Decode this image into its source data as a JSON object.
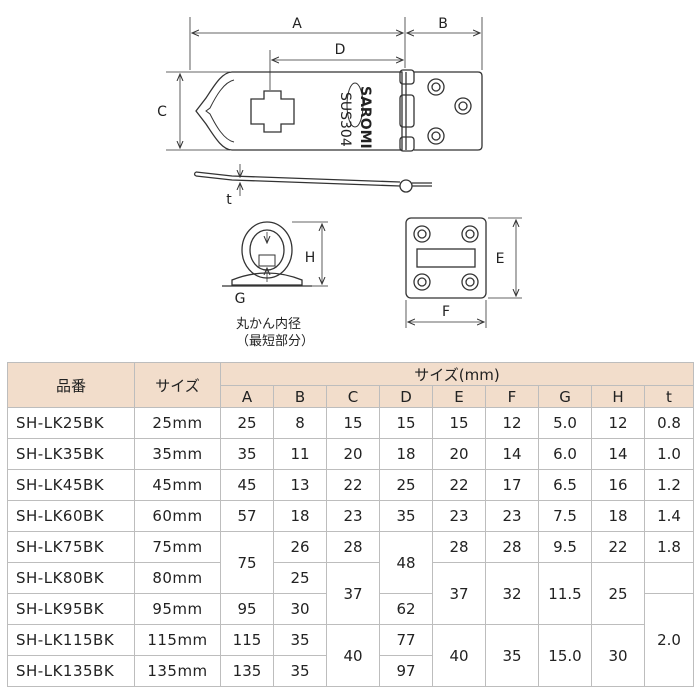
{
  "drawing": {
    "dimension_labels": {
      "a": "A",
      "b": "B",
      "c": "C",
      "d": "D",
      "e": "E",
      "f": "F",
      "g": "G",
      "h": "H",
      "t": "t"
    },
    "stamp_text": "SUS304",
    "logo_text": "SAROMI",
    "ring_note": {
      "line1": "丸かん内径",
      "line2": "（最短部分）"
    },
    "colors": {
      "line": "#333333",
      "table_header": "#f2ddcb",
      "table_border": "#bdbdbd"
    }
  },
  "table": {
    "header_model": "品番",
    "header_size": "サイズ",
    "header_group": "サイズ(mm)",
    "columns": [
      "A",
      "B",
      "C",
      "D",
      "E",
      "F",
      "G",
      "H",
      "t"
    ],
    "rows": [
      {
        "model": "SH-LK25BK",
        "size": "25mm",
        "A": "25",
        "B": "8",
        "C": "15",
        "D": "15",
        "E": "15",
        "F": "12",
        "G": "5.0",
        "H": "12",
        "t": "0.8"
      },
      {
        "model": "SH-LK35BK",
        "size": "35mm",
        "A": "35",
        "B": "11",
        "C": "20",
        "D": "18",
        "E": "20",
        "F": "14",
        "G": "6.0",
        "H": "14",
        "t": "1.0"
      },
      {
        "model": "SH-LK45BK",
        "size": "45mm",
        "A": "45",
        "B": "13",
        "C": "22",
        "D": "25",
        "E": "22",
        "F": "17",
        "G": "6.5",
        "H": "16",
        "t": "1.2"
      },
      {
        "model": "SH-LK60BK",
        "size": "60mm",
        "A": "57",
        "B": "18",
        "C": "23",
        "D": "35",
        "E": "23",
        "F": "23",
        "G": "7.5",
        "H": "18",
        "t": "1.4"
      },
      {
        "model": "SH-LK75BK",
        "size": "75mm",
        "B": "26",
        "C": "28",
        "E": "28",
        "F": "28",
        "G": "9.5",
        "H": "22",
        "t": "1.8"
      },
      {
        "model": "SH-LK80BK",
        "size": "80mm",
        "B": "25"
      },
      {
        "model": "SH-LK95BK",
        "size": "95mm",
        "A": "95",
        "B": "30",
        "D": "62"
      },
      {
        "model": "SH-LK115BK",
        "size": "115mm",
        "A": "115",
        "B": "35",
        "D": "77"
      },
      {
        "model": "SH-LK135BK",
        "size": "135mm",
        "A": "135",
        "B": "35",
        "D": "97"
      }
    ],
    "merged": {
      "A_75_80": "75",
      "D_75_80": "48",
      "C_80_95": "37",
      "E_80_95": "37",
      "F_80_95": "32",
      "G_80_95": "11.5",
      "H_80_95": "25",
      "t_95_135": "2.0",
      "C_115_135": "40",
      "E_115_135": "40",
      "F_115_135": "35",
      "G_115_135": "15.0",
      "H_115_135": "30"
    }
  }
}
